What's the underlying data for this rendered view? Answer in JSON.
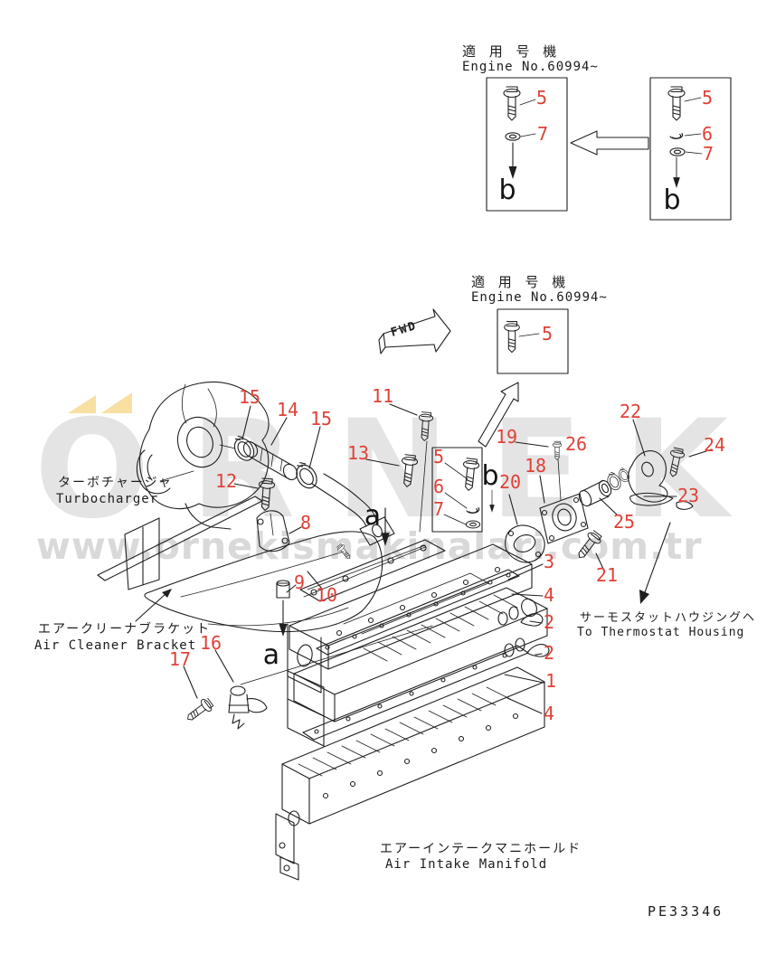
{
  "page": {
    "drawing_code": "PE33346"
  },
  "colors": {
    "label_red": "#df4137",
    "line": "#1f1f1f",
    "watermark_gray": "#e4e4e4",
    "watermark_accent": "#f8dfa2"
  },
  "watermark": {
    "brand": "ORNEK",
    "url": "www.ornekismakinalari.com.tr"
  },
  "notes": {
    "top_applicability": {
      "jp": "適 用 号 機",
      "en": "Engine No.60994~"
    },
    "mid_applicability": {
      "jp": "適 用 号 機",
      "en": "Engine No.60994~"
    },
    "turbocharger": {
      "jp": "ターボチャージャ",
      "en": "Turbocharger"
    },
    "air_cleaner_bracket": {
      "jp": "エアークリーナブラケット",
      "en": "Air Cleaner Bracket"
    },
    "thermostat_housing": {
      "jp": "サーモスタットハウジングヘ",
      "en": "To Thermostat Housing"
    },
    "air_intake_manifold": {
      "jp": "エアーインテークマニホールド",
      "en": "Air Intake Manifold"
    },
    "fwd": "FWD"
  },
  "view_markers": [
    {
      "id": "b-detail-top-left",
      "text": "b"
    },
    {
      "id": "b-detail-top-right",
      "text": "b"
    },
    {
      "id": "b-main-diagram",
      "text": "b"
    },
    {
      "id": "a-main-diagram",
      "text": "a"
    },
    {
      "id": "a-lower-diagram",
      "text": "a"
    }
  ],
  "callouts": [
    {
      "id": "box-tl-bolt",
      "text": "5"
    },
    {
      "id": "box-tl-washer",
      "text": "7"
    },
    {
      "id": "box-tr-bolt",
      "text": "5"
    },
    {
      "id": "box-tr-springwasher",
      "text": "6"
    },
    {
      "id": "box-tr-washer",
      "text": "7"
    },
    {
      "id": "box-mid-bolt",
      "text": "5"
    },
    {
      "id": "clamp-upper",
      "text": "15"
    },
    {
      "id": "hose",
      "text": "14"
    },
    {
      "id": "clamp-lower",
      "text": "15"
    },
    {
      "id": "bolt-11",
      "text": "11"
    },
    {
      "id": "stud-19",
      "text": "19"
    },
    {
      "id": "cover-22",
      "text": "22"
    },
    {
      "id": "plug-26",
      "text": "26"
    },
    {
      "id": "bolt-24",
      "text": "24"
    },
    {
      "id": "bolt-13",
      "text": "13"
    },
    {
      "id": "bbox-bolt",
      "text": "5"
    },
    {
      "id": "flange-18",
      "text": "18"
    },
    {
      "id": "bolt-12",
      "text": "12"
    },
    {
      "id": "gasket-20",
      "text": "20"
    },
    {
      "id": "bbox-springwasher",
      "text": "6"
    },
    {
      "id": "gasket-23",
      "text": "23"
    },
    {
      "id": "bbox-washer",
      "text": "7"
    },
    {
      "id": "tube-25",
      "text": "25"
    },
    {
      "id": "strap-8",
      "text": "8"
    },
    {
      "id": "cover-3",
      "text": "3"
    },
    {
      "id": "bolt-21",
      "text": "21"
    },
    {
      "id": "spacer-9",
      "text": "9"
    },
    {
      "id": "stud-10",
      "text": "10"
    },
    {
      "id": "gasket-4-upper",
      "text": "4"
    },
    {
      "id": "oring-2-upper",
      "text": "2"
    },
    {
      "id": "oring-2-lower",
      "text": "2"
    },
    {
      "id": "manifold-1",
      "text": "1"
    },
    {
      "id": "valve-16",
      "text": "16"
    },
    {
      "id": "bolt-17",
      "text": "17"
    },
    {
      "id": "gasket-4-lower",
      "text": "4"
    }
  ]
}
